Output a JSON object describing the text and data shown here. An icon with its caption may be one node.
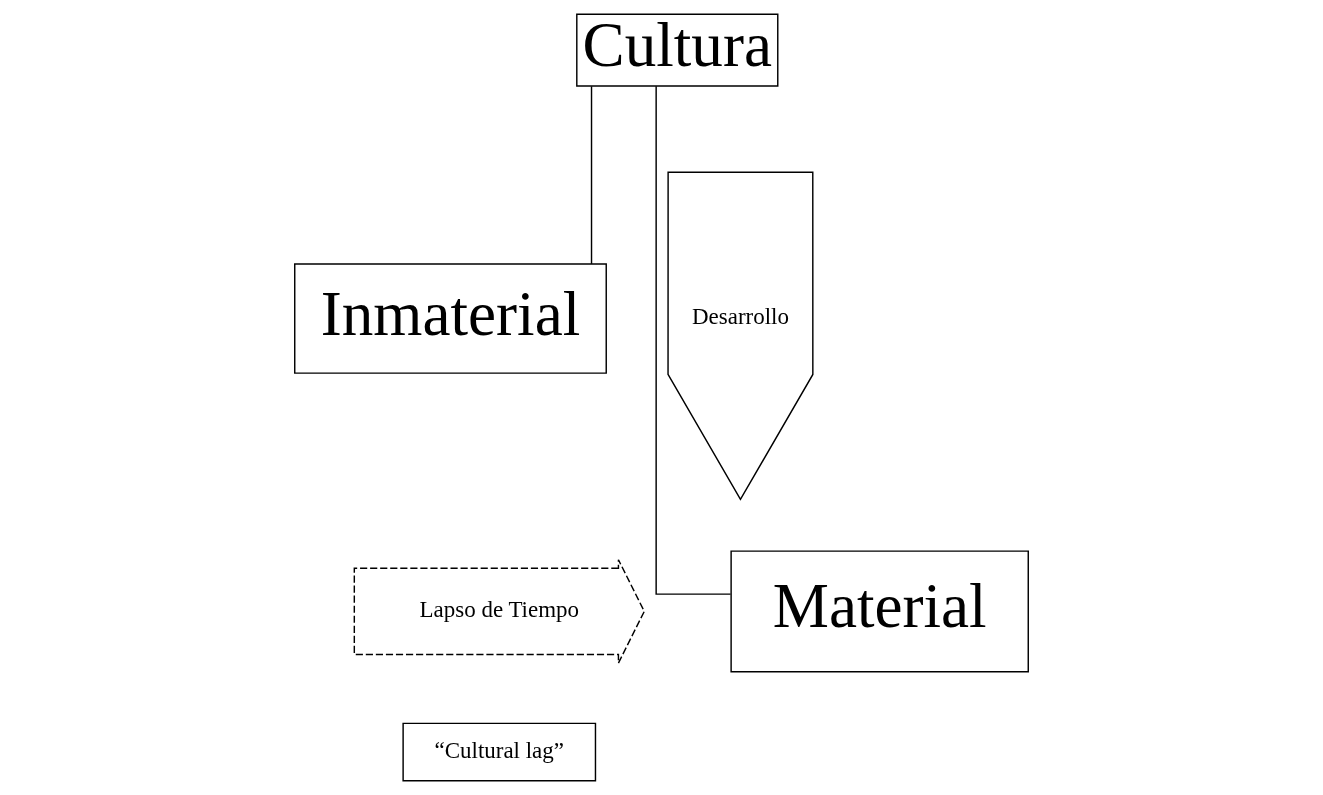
{
  "diagram": {
    "nodes": [
      {
        "text": [
          "Cultura"
        ]
      },
      {
        "text": [
          "Inmaterial"
        ]
      },
      {
        "text": [
          "Material"
        ]
      },
      {
        "text": [
          "Desarrollo"
        ]
      },
      {
        "text": [
          "Lapso de Tiempo"
        ]
      },
      {
        "text": [
          "“Cultural lag”"
        ]
      }
    ],
    "edges": [
      {
        "from": 0,
        "to": 1,
        "arrow": "none"
      },
      {
        "from": 0,
        "to": 2,
        "arrow": "none"
      }
    ]
  }
}
